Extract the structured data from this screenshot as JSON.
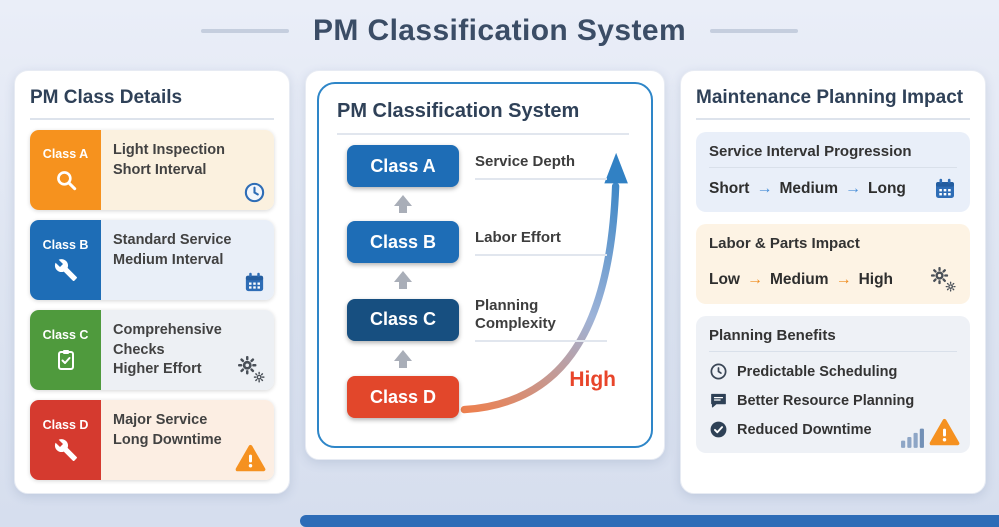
{
  "header": {
    "title": "PM Classification System"
  },
  "left_panel": {
    "title": "PM Class Details",
    "cards": [
      {
        "badge": "Class A",
        "line1": "Light Inspection",
        "line2": "Short Interval",
        "icon": "magnifier-icon",
        "side_icon": "clock-icon",
        "color": "#f6921e"
      },
      {
        "badge": "Class B",
        "line1": "Standard Service",
        "line2": "Medium Interval",
        "icon": "wrench-icon",
        "side_icon": "calendar-icon",
        "color": "#1e6db6"
      },
      {
        "badge": "Class C",
        "line1": "Comprehensive Checks",
        "line2": "Higher Effort",
        "icon": "clipboard-icon",
        "side_icon": "gears-icon",
        "color": "#4f9a3d"
      },
      {
        "badge": "Class D",
        "line1": "Major Service",
        "line2": "Long Downtime",
        "icon": "wrench-icon",
        "side_icon": "warning-icon",
        "color": "#d53a2f"
      }
    ]
  },
  "center_panel": {
    "title": "PM Classification System",
    "rows": [
      {
        "badge": "Class A",
        "label": "Service Depth",
        "color": "#1e6db6"
      },
      {
        "badge": "Class B",
        "label": "Labor Effort",
        "color": "#1e6db6"
      },
      {
        "badge": "Class C",
        "label": "Planning Complexity",
        "color": "#174f80"
      },
      {
        "badge": "Class D",
        "label": "",
        "color": "#e2472b"
      }
    ],
    "high_label": "High"
  },
  "right_panel": {
    "title": "Maintenance Planning Impact",
    "interval_card": {
      "title": "Service Interval Progression",
      "steps": [
        "Short",
        "Medium",
        "Long"
      ],
      "arrow": "→",
      "arrow_color": "#4a90d9",
      "icon": "calendar-icon"
    },
    "labor_card": {
      "title": "Labor & Parts Impact",
      "steps": [
        "Low",
        "Medium",
        "High"
      ],
      "arrow": "→",
      "arrow_color": "#f08c1e",
      "icon": "gears-icon"
    },
    "benefits_card": {
      "title": "Planning Benefits",
      "items": [
        {
          "icon": "clock-icon",
          "label": "Predictable Scheduling"
        },
        {
          "icon": "chat-bubble-icon",
          "label": "Better Resource Planning"
        },
        {
          "icon": "check-circle-icon",
          "label": "Reduced Downtime"
        }
      ],
      "corner_icons": [
        "bar-chart-icon",
        "warning-icon"
      ]
    }
  },
  "colors": {
    "background": "#dde4f1",
    "panel": "#ffffff",
    "title_text": "#3b4d66",
    "class_a": "#f6921e",
    "class_b": "#1e6db6",
    "class_c": "#4f9a3d",
    "class_d": "#d53a2f",
    "flow_dark_blue": "#174f80",
    "flow_red": "#e2472b",
    "high_text": "#e8452a",
    "blue_arrow": "#4a90d9",
    "orange_arrow": "#f08c1e",
    "accent_bar": "#2d6cb7",
    "flow_border": "#2e86c8",
    "up_arrow": "#a9aeb8"
  }
}
